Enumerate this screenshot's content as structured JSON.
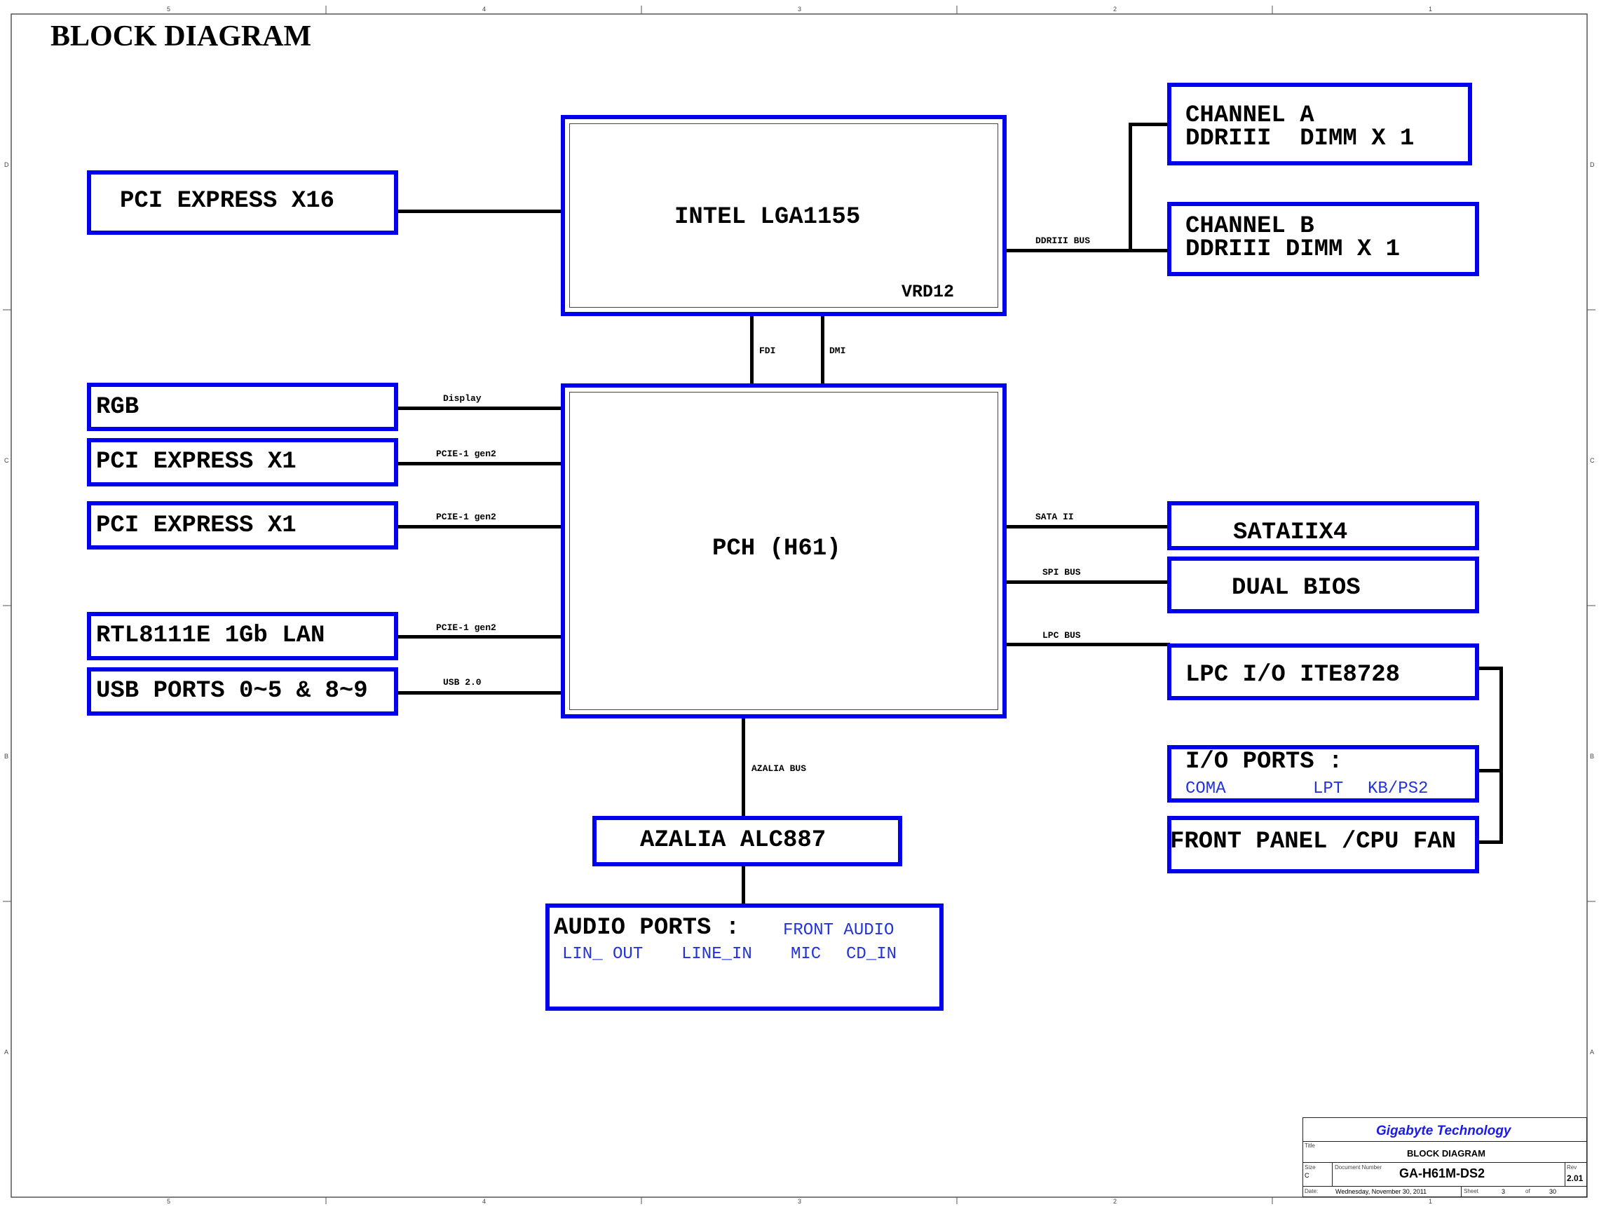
{
  "page_title": "BLOCK DIAGRAM",
  "blocks": {
    "cpu": {
      "label": "INTEL LGA1155",
      "sub": "VRD12"
    },
    "pch": {
      "label": "PCH (H61)"
    },
    "pcie_x16": {
      "label": "PCI EXPRESS X16"
    },
    "rgb": {
      "label": "RGB"
    },
    "pcie_x1_a": {
      "label": "PCI EXPRESS X1"
    },
    "pcie_x1_b": {
      "label": "PCI EXPRESS X1"
    },
    "lan": {
      "label": "RTL8111E 1Gb LAN"
    },
    "usb": {
      "label": "USB PORTS 0~5 & 8~9"
    },
    "channel_a": {
      "line1": "CHANNEL A",
      "line2": "DDRIII  DIMM X 1"
    },
    "channel_b": {
      "line1": "CHANNEL B",
      "line2": "DDRIII DIMM X 1"
    },
    "sata": {
      "label": "SATAIIX4"
    },
    "bios": {
      "label": "DUAL BIOS"
    },
    "lpc_io": {
      "label": "LPC I/O ITE8728"
    },
    "io_ports": {
      "label": "I/O PORTS :",
      "coma": "COMA",
      "lpt": "LPT",
      "kbps2": "KB/PS2"
    },
    "front_panel": {
      "label": "FRONT PANEL /CPU FAN"
    },
    "azalia": {
      "label": "AZALIA ALC887"
    },
    "audio_ports": {
      "label": "AUDIO PORTS :",
      "front_audio": "FRONT AUDIO",
      "lin_out": "LIN_ OUT",
      "line_in": "LINE_IN",
      "mic": "MIC",
      "cd_in": "CD_IN"
    }
  },
  "buses": {
    "ddr": "DDRIII BUS",
    "fdi": "FDI",
    "dmi": "DMI",
    "display": "Display",
    "pcie1": "PCIE-1 gen2",
    "pcie2": "PCIE-1 gen2",
    "pcie3": "PCIE-1 gen2",
    "usb": "USB 2.0",
    "sata": "SATA II",
    "spi": "SPI BUS",
    "lpc": "LPC BUS",
    "azalia": "AZALIA BUS"
  },
  "frame": {
    "cols": [
      "5",
      "4",
      "3",
      "2",
      "1"
    ],
    "rows": [
      "D",
      "C",
      "B",
      "A"
    ]
  },
  "title_block": {
    "company": "Gigabyte Technology",
    "title_label": "Title",
    "title": "BLOCK DIAGRAM",
    "size_label": "Size",
    "size": "C",
    "docnum_label": "Document Number",
    "docnum": "GA-H61M-DS2",
    "rev_label": "Rev",
    "rev": "2.01",
    "date_label": "Date:",
    "date": "Wednesday, November 30, 2011",
    "sheet_label": "Sheet",
    "sheet": "3",
    "of_label": "of",
    "total": "30",
    "company_color": "#1a1aee"
  }
}
